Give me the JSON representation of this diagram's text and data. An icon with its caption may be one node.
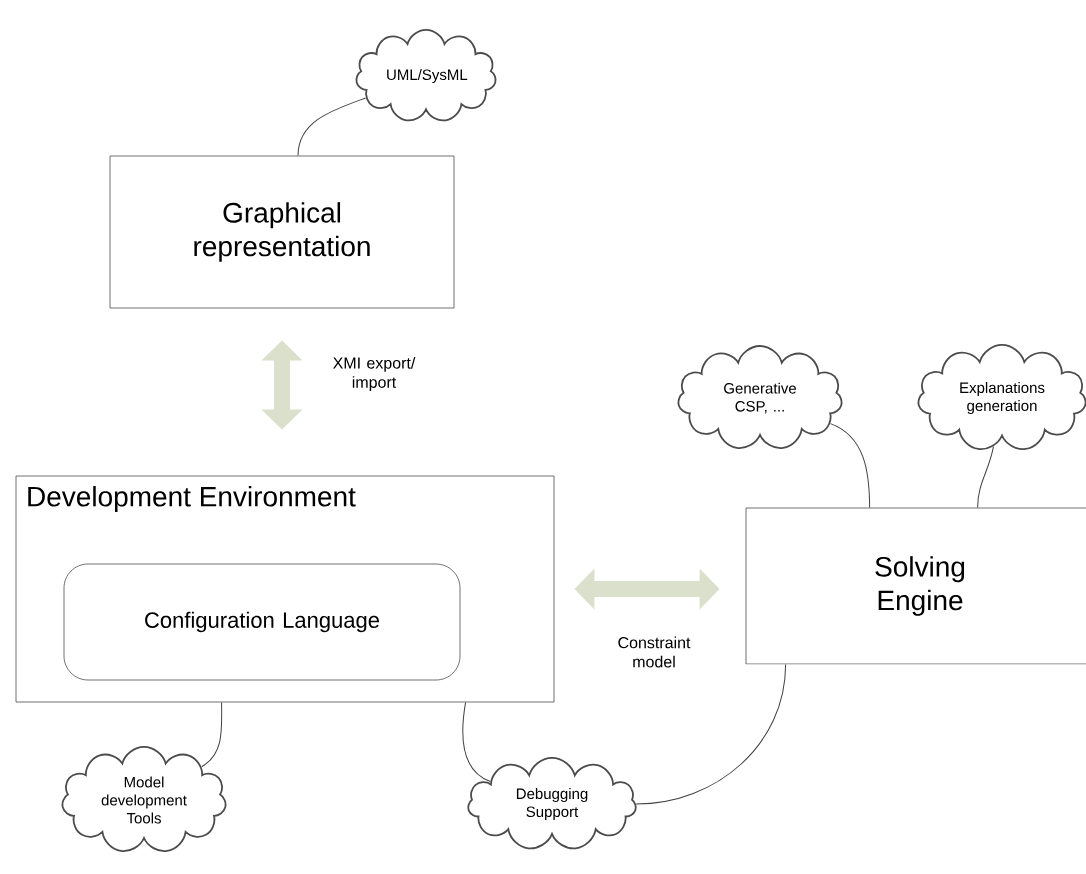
{
  "diagram": {
    "nodes": [
      {
        "text": [
          "Graphical representation"
        ]
      },
      {
        "text": [
          "UML/SysML"
        ]
      },
      {
        "text": [
          "Development Environment"
        ]
      },
      {
        "text": [
          "Configuration Language"
        ],
        "in": 2
      },
      {
        "text": [
          "Solving Engine"
        ]
      },
      {
        "text": [
          "Generative CSP, ..."
        ]
      },
      {
        "text": [
          "Explanations generation"
        ]
      },
      {
        "text": [
          "Model development Tools"
        ]
      },
      {
        "text": [
          "Debugging Support"
        ]
      }
    ],
    "edges": [
      {
        "from": 0,
        "to": 1,
        "arrow": "none"
      },
      {
        "from": 0,
        "to": 2,
        "arrow": "both",
        "label": "XMI export/ import",
        "style": "thick",
        "color": "#dbe0cc"
      },
      {
        "from": 2,
        "to": 4,
        "arrow": "both",
        "label": "Constraint model",
        "style": "thick",
        "color": "#dbe0cc"
      },
      {
        "from": 5,
        "to": 4,
        "arrow": "none"
      },
      {
        "from": 6,
        "to": 4,
        "arrow": "none"
      },
      {
        "from": 2,
        "to": 7,
        "arrow": "none"
      },
      {
        "from": 2,
        "to": 8,
        "arrow": "none"
      },
      {
        "from": 8,
        "to": 4,
        "arrow": "none"
      }
    ]
  }
}
